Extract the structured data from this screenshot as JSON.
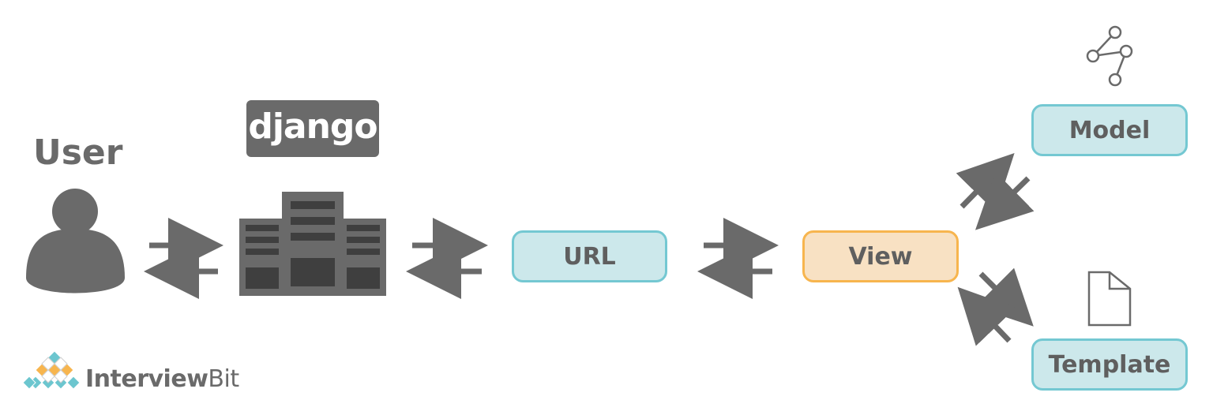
{
  "diagram": {
    "user": {
      "label": "User",
      "icon": "user-silhouette-icon"
    },
    "framework": {
      "badge": "django",
      "icon": "server-building-icon"
    },
    "nodes": {
      "url": "URL",
      "view": "View",
      "model": "Model",
      "template": "Template"
    },
    "icons": {
      "model": "graph-nodes-icon",
      "template": "document-icon"
    },
    "arrows": [
      "User <-> django",
      "django <-> URL",
      "URL <-> View",
      "View <-> Model",
      "View <-> Template"
    ],
    "colors": {
      "icon_gray": "#6a6a6a",
      "node_fill": "#cce8eb",
      "node_border": "#74c8d2",
      "view_fill": "#f8e1c3",
      "view_border": "#f7b54e"
    }
  },
  "brand": {
    "name_regular": "Interview",
    "name_bold_part": "Bit"
  }
}
